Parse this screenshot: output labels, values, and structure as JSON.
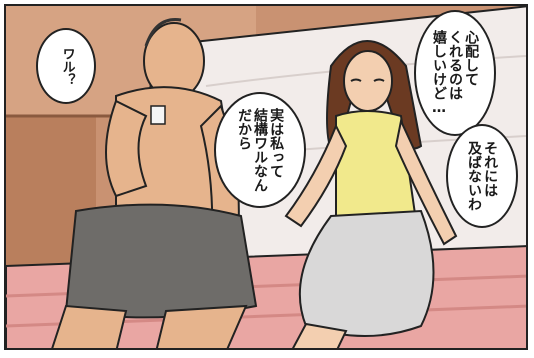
{
  "bubbles": {
    "waru": "ワル？",
    "shinpai": "心配して\nくれるのは\n嬉しいけど…",
    "jitsuwa": "実は私って\n結構ワルなん\nだから",
    "oyobanai": "それには\n及ばないわ"
  },
  "colors": {
    "wall": "#c9926f",
    "bed": "#f2ecea",
    "skin": "#e6b48d",
    "towel": "#6e6c69",
    "dress_top": "#f1e98c",
    "skirt": "#d9d8d8",
    "hair": "#6b3a22",
    "outline": "#222222"
  }
}
